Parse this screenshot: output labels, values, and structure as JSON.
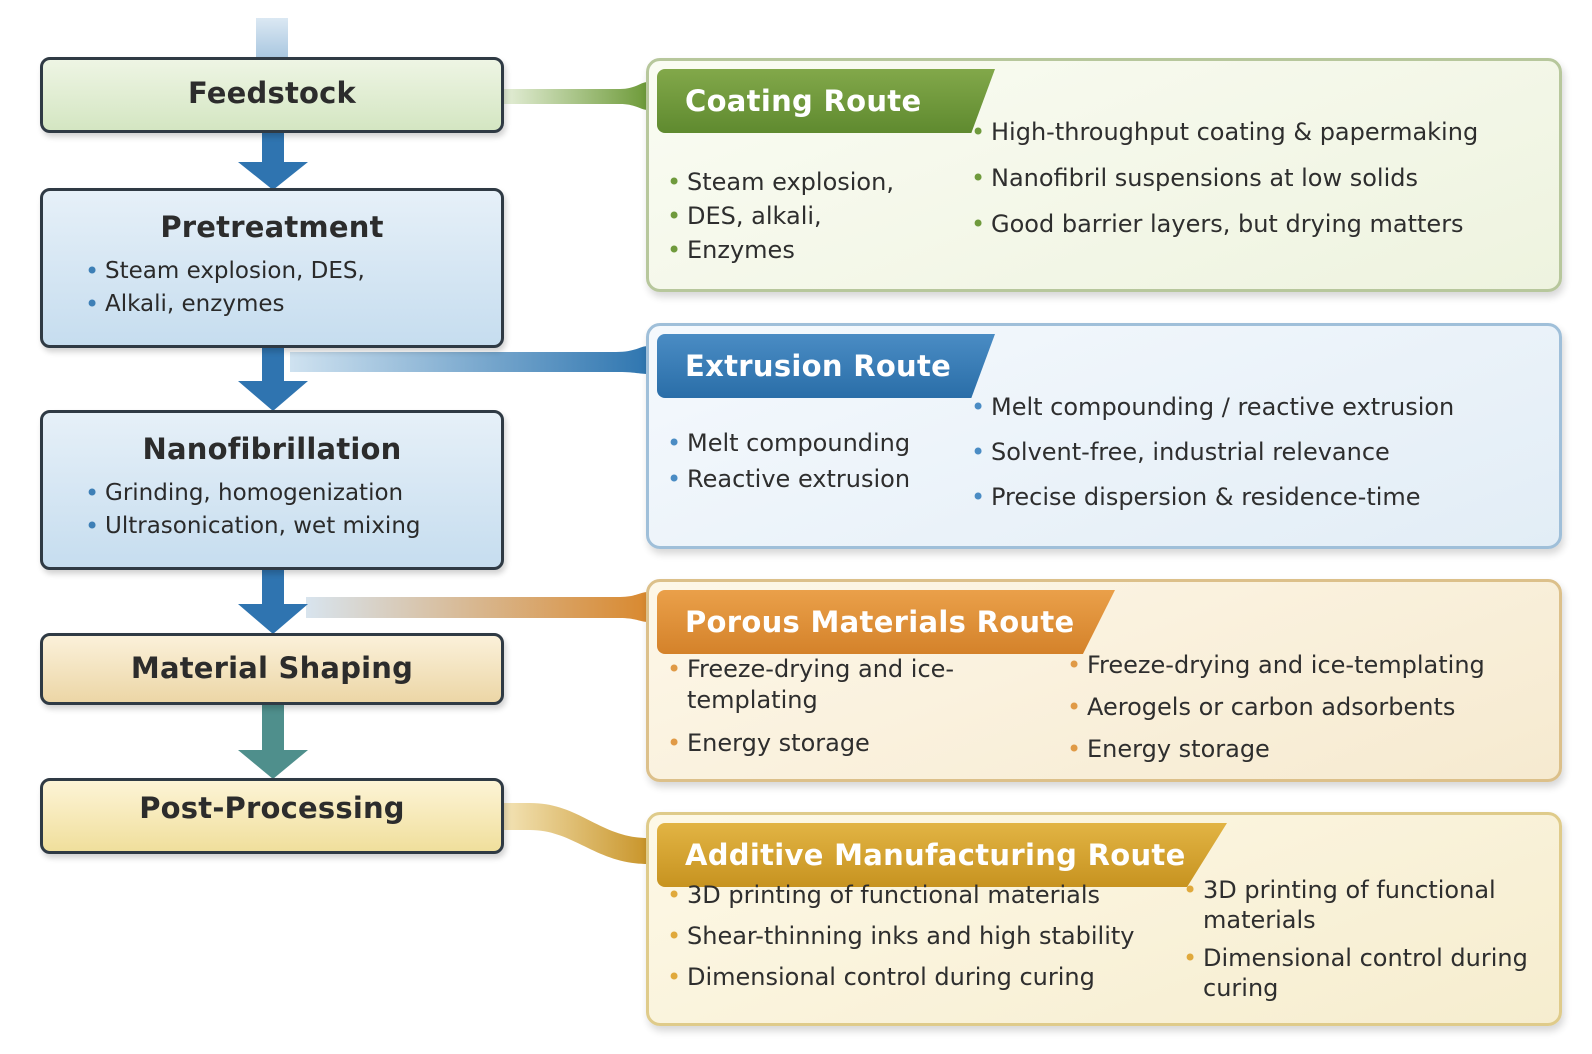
{
  "stages": {
    "feedstock": {
      "title": "Feedstock",
      "items": []
    },
    "pretreatment": {
      "title": "Pretreatment",
      "items": [
        "Steam explosion, DES,",
        "Alkali, enzymes"
      ]
    },
    "nanofibrillation": {
      "title": "Nanofibrillation",
      "items": [
        "Grinding, homogenization",
        "Ultrasonication, wet mixing"
      ]
    },
    "material_shaping": {
      "title": "Material Shaping",
      "items": []
    },
    "post_processing": {
      "title": "Post-Processing",
      "items": []
    }
  },
  "routes": {
    "coating": {
      "title": "Coating Route",
      "left_items": [
        "Steam explosion,",
        "DES, alkali,",
        "Enzymes"
      ],
      "right_items": [
        "High-throughput coating & papermaking",
        "Nanofibril suspensions at low solids",
        "Good barrier layers, but drying matters"
      ]
    },
    "extrusion": {
      "title": "Extrusion Route",
      "left_items": [
        "Melt compounding",
        "Reactive extrusion"
      ],
      "right_items": [
        "Melt compounding / reactive extrusion",
        "Solvent-free, industrial relevance",
        "Precise dispersion & residence-time"
      ]
    },
    "porous": {
      "title": "Porous Materials Route",
      "left_items": [
        "Freeze-drying and ice-templating",
        "Energy storage"
      ],
      "right_items": [
        "Freeze-drying and ice-templating",
        "Aerogels or carbon adsorbents",
        "Energy storage"
      ]
    },
    "additive": {
      "title": "Additive Manufacturing Route",
      "left_items": [
        "3D printing of functional materials",
        "Shear-thinning inks and high stability",
        "Dimensional control during curing"
      ],
      "right_items": [
        "3D printing of functional materials",
        "Dimensional control during curing"
      ]
    }
  },
  "colors": {
    "stage_arrow": "#2f74b0",
    "stage_arrow_lower": "#4f8f8c",
    "coating_accent": "#6f9a3c",
    "extrusion_accent": "#2a6ea8",
    "porous_accent": "#d4822a",
    "additive_accent": "#c79320"
  }
}
